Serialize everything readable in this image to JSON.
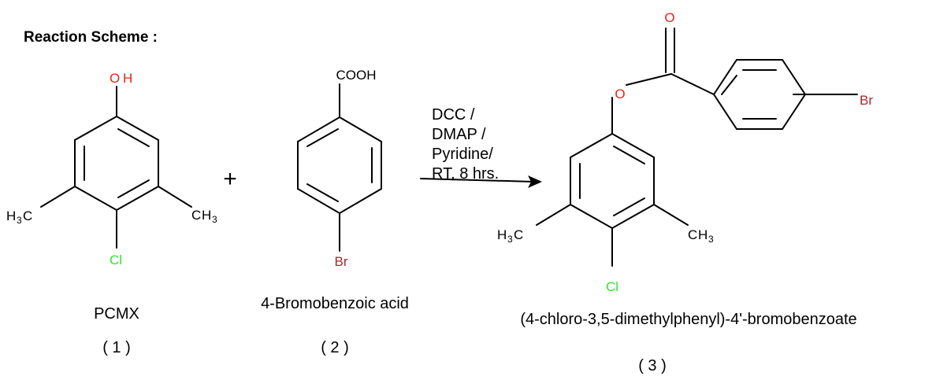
{
  "title": "Reaction Scheme :",
  "plus": "+",
  "colors": {
    "oxygen": "#e8231b",
    "chlorine": "#2ee82e",
    "bromine": "#a52a2a",
    "ink": "#000000"
  },
  "reactant1": {
    "oh": {
      "o": "O",
      "h": "H"
    },
    "methyl_left": {
      "h": "H",
      "sub": "3",
      "c": "C"
    },
    "methyl_right": {
      "c": "C",
      "h": "H",
      "sub": "3"
    },
    "cl": "Cl",
    "name": "PCMX",
    "number": "( 1 )"
  },
  "reactant2": {
    "cooh": "COOH",
    "br": "Br",
    "name": "4-Bromobenzoic acid",
    "number": "( 2 )"
  },
  "conditions": {
    "line1": "DCC /",
    "line2": "DMAP /",
    "line3": "Pyridine/",
    "line4": "RT, 8 hrs."
  },
  "product": {
    "carbonyl_o": "O",
    "ester_o": "O",
    "br": "Br",
    "methyl_left": {
      "h": "H",
      "sub": "3",
      "c": "C"
    },
    "methyl_right": {
      "c": "C",
      "h": "H",
      "sub": "3"
    },
    "cl": "Cl",
    "name": "(4-chloro-3,5-dimethylphenyl)-4'-bromobenzoate",
    "number": "( 3 )"
  }
}
